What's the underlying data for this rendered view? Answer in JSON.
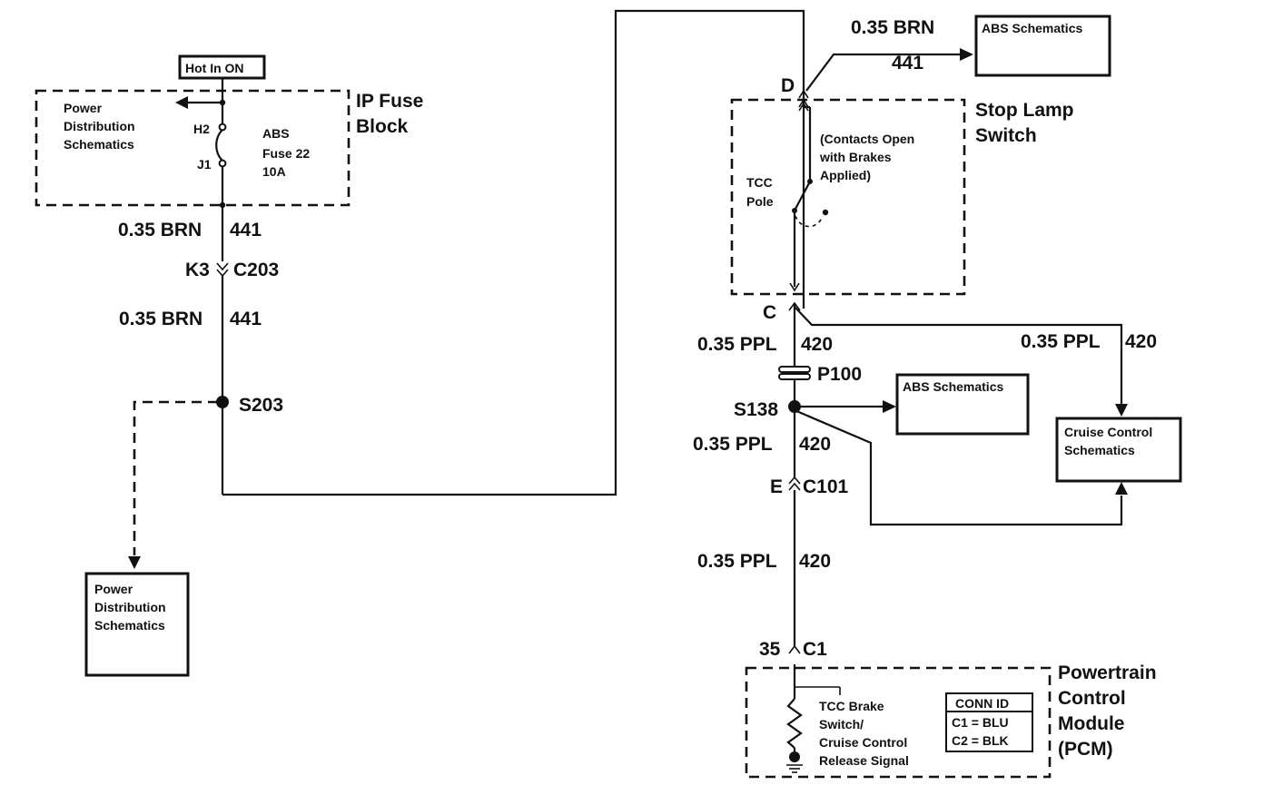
{
  "hot_label": "Hot In ON",
  "ip_fuse_block": {
    "name_line1": "IP Fuse",
    "name_line2": "Block",
    "pd_line1": "Power",
    "pd_line2": "Distribution",
    "pd_line3": "Schematics",
    "pin_h2": "H2",
    "pin_j1": "J1",
    "fuse_line1": "ABS",
    "fuse_line2": "Fuse 22",
    "fuse_line3": "10A"
  },
  "left_circuit": {
    "wire1_color": "0.35 BRN",
    "wire1_circuit": "441",
    "conn_pin": "K3",
    "conn_id": "C203",
    "wire2_color": "0.35 BRN",
    "wire2_circuit": "441",
    "splice": "S203"
  },
  "pd_box": {
    "line1": "Power",
    "line2": "Distribution",
    "line3": "Schematics"
  },
  "stop_lamp_switch": {
    "name_line1": "Stop Lamp",
    "name_line2": "Switch",
    "pin_d": "D",
    "pin_c": "C",
    "pole_line1": "TCC",
    "pole_line2": "Pole",
    "note_line1": "(Contacts Open",
    "note_line2": "with Brakes",
    "note_line3": "Applied)"
  },
  "abs_top": {
    "wire_color": "0.35 BRN",
    "wire_circuit": "441",
    "label": "ABS Schematics"
  },
  "right_circuit": {
    "wire1_color": "0.35 PPL",
    "wire1_circuit": "420",
    "branch_color": "0.35 PPL",
    "branch_circuit": "420",
    "connector_p": "P100",
    "splice": "S138",
    "wire2_color": "0.35 PPL",
    "wire2_circuit": "420",
    "conn_pin": "E",
    "conn_id": "C101",
    "wire3_color": "0.35 PPL",
    "wire3_circuit": "420",
    "pcm_pin": "35",
    "pcm_conn": "C1"
  },
  "abs_mid": {
    "label": "ABS Schematics"
  },
  "cruise_box": {
    "line1": "Cruise Control",
    "line2": "Schematics"
  },
  "pcm": {
    "name_line1": "Powertrain",
    "name_line2": "Control",
    "name_line3": "Module",
    "name_line4": "(PCM)",
    "sig_line1": "TCC Brake",
    "sig_line2": "Switch/",
    "sig_line3": "Cruise Control",
    "sig_line4": "Release Signal",
    "conn_title": "CONN ID",
    "conn_row1": "C1 = BLU",
    "conn_row2": "C2 = BLK"
  }
}
